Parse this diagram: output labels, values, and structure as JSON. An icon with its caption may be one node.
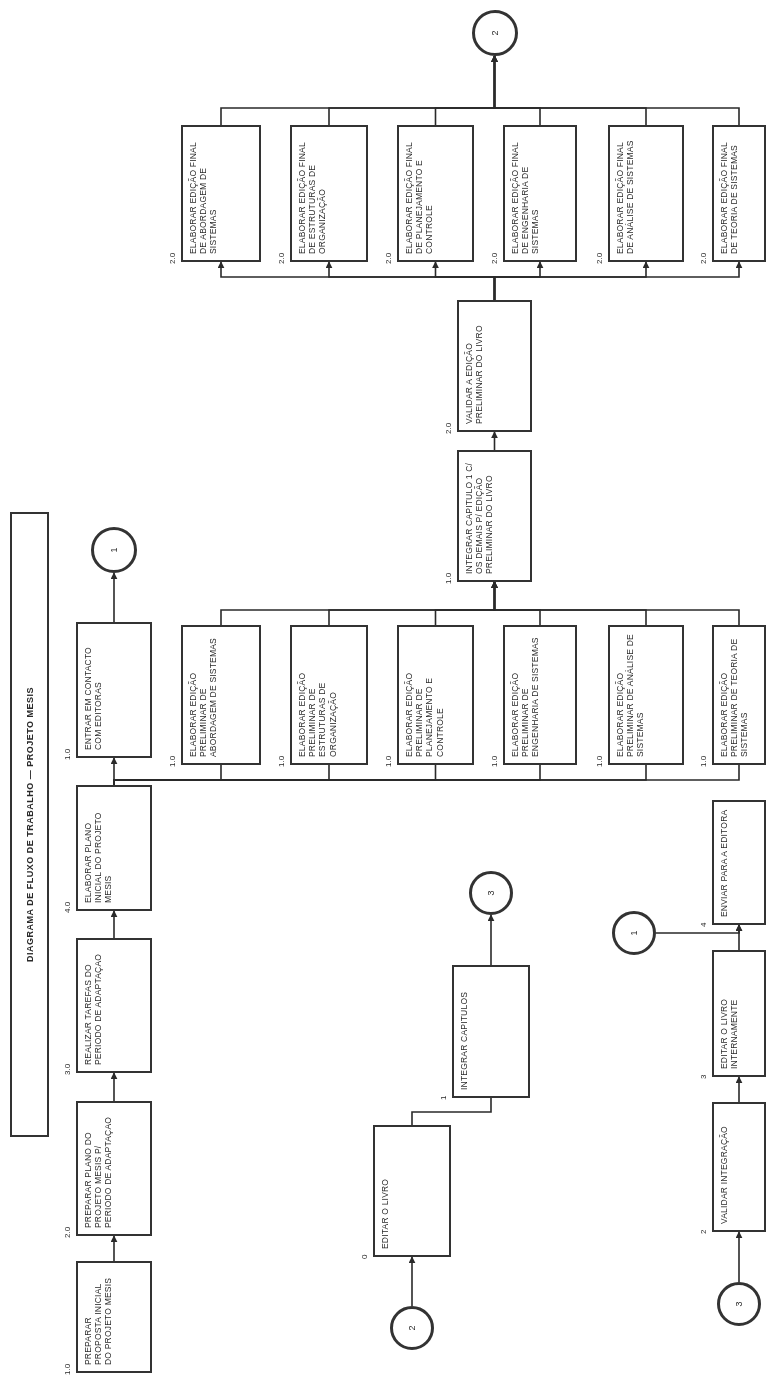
{
  "diagram": {
    "title": "DIAGRAMA DE FLUXO DE TRABALHO — PROJETO MESIS",
    "nodes": [
      {
        "text": [
          "PREPARAR PROPOSTA INICIAL DO PROJETO MESIS"
        ],
        "beside": [
          "1.0"
        ]
      },
      {
        "text": [
          "PREPARAR PLANO DO PROJETO MESIS P/ PERIODO DE ADAPTAÇAO"
        ],
        "beside": [
          "2.0"
        ]
      },
      {
        "text": [
          "REALIZAR TAREFAS DO PERIODO DE ADAPTAÇAO"
        ],
        "beside": [
          "3.0"
        ]
      },
      {
        "text": [
          "ELABORAR PLANO INICIAL DO PROJETO MESIS"
        ],
        "beside": [
          "4.0"
        ]
      },
      {
        "text": [
          "ENTRAR EM CONTACTO COM EDITORAS"
        ],
        "beside": [
          "1.0"
        ]
      },
      {
        "text": [
          "1"
        ]
      },
      {
        "text": [
          "ELABORAR EDIÇÃO PRELIMINAR DE ABORDAGEM DE SISTEMAS"
        ],
        "beside": [
          "1.0"
        ]
      },
      {
        "text": [
          "ELABORAR EDIÇÃO PRELIMINAR DE ESTRUTURAS DE ORGANIZAÇÃO"
        ],
        "beside": [
          "1.0"
        ]
      },
      {
        "text": [
          "ELABORAR EDIÇÃO PRELIMINAR DE PLANEJAMENTO E CONTROLE"
        ],
        "beside": [
          "1.0"
        ]
      },
      {
        "text": [
          "ELABORAR EDIÇÃO PRELIMINAR DE ENGENHARIA DE SISTEMAS"
        ],
        "beside": [
          "1.0"
        ]
      },
      {
        "text": [
          "ELABORAR EDIÇÃO PRELIMINAR DE ANÁLISE DE SISTEMAS"
        ],
        "beside": [
          "1.0"
        ]
      },
      {
        "text": [
          "ELABORAR EDIÇÃO PRELIMINAR DE TEORIA DE SISTEMAS"
        ],
        "beside": [
          "1.0"
        ]
      },
      {
        "text": [
          "INTEGRAR CAPITULO 1 C/ OS DEMAIS P/ EDIÇÃO PRELIMINAR DO LIVRO"
        ],
        "beside": [
          "1.0"
        ]
      },
      {
        "text": [
          "VALIDAR A EDIÇÃO PRELIMINAR DO LIVRO"
        ],
        "beside": [
          "2.0"
        ]
      },
      {
        "text": [
          "ELABORAR EDIÇÃO FINAL DE ABORDAGEM DE SISTEMAS"
        ],
        "beside": [
          "2.0"
        ]
      },
      {
        "text": [
          "ELABORAR EDIÇÃO FINAL DE ESTRUTURAS DE ORGANIZAÇÃO"
        ],
        "beside": [
          "2.0"
        ]
      },
      {
        "text": [
          "ELABORAR EDIÇÃO FINAL DE PLANEJAMENTO E CONTROLE"
        ],
        "beside": [
          "2.0"
        ]
      },
      {
        "text": [
          "ELABORAR EDIÇÃO FINAL DE ENGENHARIA DE SISTEMAS"
        ],
        "beside": [
          "2.0"
        ]
      },
      {
        "text": [
          "ELABORAR EDIÇÃO FINAL DE ANÁLISE DE SISTEMAS"
        ],
        "beside": [
          "2.0"
        ]
      },
      {
        "text": [
          "ELABORAR EDIÇÃO FINAL DE TEORIA DE SISTEMAS"
        ],
        "beside": [
          "2.0"
        ]
      },
      {
        "text": [
          "2"
        ]
      },
      {
        "text": [
          "2"
        ]
      },
      {
        "text": [
          "EDITAR O LIVRO"
        ],
        "beside": [
          "0"
        ]
      },
      {
        "text": [
          "INTEGRAR CAPITULOS"
        ],
        "beside": [
          "1"
        ]
      },
      {
        "text": [
          "3"
        ]
      },
      {
        "text": [
          "3"
        ]
      },
      {
        "text": [
          "VALIDAR INTEGRAÇÃO"
        ],
        "beside": [
          "2"
        ]
      },
      {
        "text": [
          "EDITAR O LIVRO INTERNAMENTE"
        ],
        "beside": [
          "3"
        ]
      },
      {
        "text": [
          "ENVIAR PARA A EDITORA"
        ],
        "beside": [
          "4"
        ]
      },
      {
        "text": [
          "1"
        ]
      }
    ],
    "edges": [
      {
        "from": 0,
        "to": 1,
        "arrow": "to"
      },
      {
        "from": 1,
        "to": 2,
        "arrow": "to"
      },
      {
        "from": 2,
        "to": 3,
        "arrow": "to"
      },
      {
        "from": 3,
        "to": 4,
        "arrow": "to"
      },
      {
        "from": 4,
        "to": 5,
        "arrow": "to"
      },
      {
        "from": 3,
        "to": 6,
        "arrow": "none"
      },
      {
        "from": 3,
        "to": 7,
        "arrow": "none"
      },
      {
        "from": 3,
        "to": 8,
        "arrow": "none"
      },
      {
        "from": 3,
        "to": 9,
        "arrow": "none"
      },
      {
        "from": 3,
        "to": 10,
        "arrow": "none"
      },
      {
        "from": 3,
        "to": 11,
        "arrow": "none"
      },
      {
        "from": 6,
        "to": 12,
        "arrow": "to"
      },
      {
        "from": 7,
        "to": 12,
        "arrow": "to"
      },
      {
        "from": 8,
        "to": 12,
        "arrow": "to"
      },
      {
        "from": 9,
        "to": 12,
        "arrow": "to"
      },
      {
        "from": 10,
        "to": 12,
        "arrow": "to"
      },
      {
        "from": 11,
        "to": 12,
        "arrow": "to"
      },
      {
        "from": 12,
        "to": 13,
        "arrow": "to"
      },
      {
        "from": 13,
        "to": 14,
        "arrow": "to"
      },
      {
        "from": 13,
        "to": 15,
        "arrow": "to"
      },
      {
        "from": 13,
        "to": 16,
        "arrow": "to"
      },
      {
        "from": 13,
        "to": 17,
        "arrow": "to"
      },
      {
        "from": 13,
        "to": 18,
        "arrow": "to"
      },
      {
        "from": 13,
        "to": 19,
        "arrow": "to"
      },
      {
        "from": 14,
        "to": 20,
        "arrow": "to"
      },
      {
        "from": 15,
        "to": 20,
        "arrow": "to"
      },
      {
        "from": 16,
        "to": 20,
        "arrow": "to"
      },
      {
        "from": 17,
        "to": 20,
        "arrow": "to"
      },
      {
        "from": 18,
        "to": 20,
        "arrow": "to"
      },
      {
        "from": 19,
        "to": 20,
        "arrow": "to"
      },
      {
        "from": 21,
        "to": 22,
        "arrow": "to"
      },
      {
        "from": 22,
        "to": 23,
        "arrow": "none"
      },
      {
        "from": 23,
        "to": 24,
        "arrow": "to"
      },
      {
        "from": 25,
        "to": 26,
        "arrow": "to"
      },
      {
        "from": 26,
        "to": 27,
        "arrow": "to"
      },
      {
        "from": 27,
        "to": 28,
        "arrow": "to"
      },
      {
        "from": 29,
        "to": 28,
        "arrow": "to"
      }
    ]
  }
}
